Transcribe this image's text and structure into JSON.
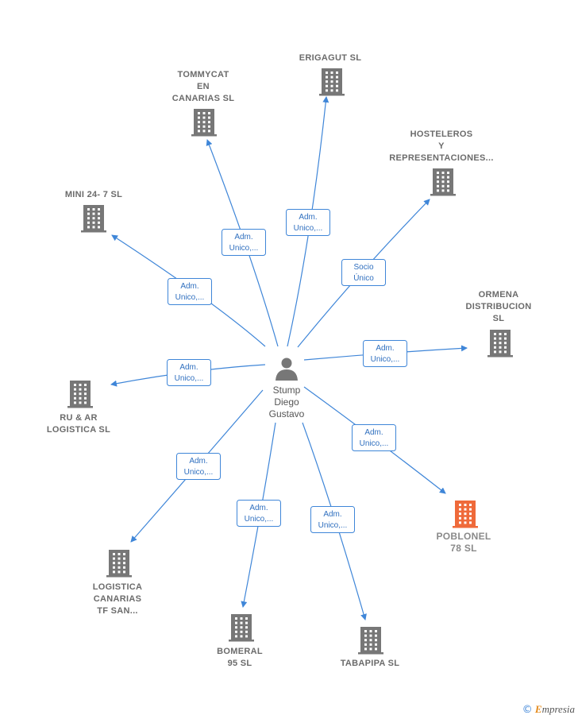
{
  "center": {
    "lines": [
      "Stump",
      "Diego",
      "Gustavo"
    ]
  },
  "colors": {
    "edge": "#3f86d8",
    "building": "#777777",
    "building_highlight": "#ef6a3a"
  },
  "nodes": [
    {
      "id": "erigagut",
      "lines": [
        "ERIGAGUT  SL"
      ],
      "highlight": false
    },
    {
      "id": "tommycat",
      "lines": [
        "TOMMYCAT",
        "EN",
        "CANARIAS  SL"
      ],
      "highlight": false
    },
    {
      "id": "hosteleros",
      "lines": [
        "HOSTELEROS",
        "Y",
        "REPRESENTACIONES..."
      ],
      "highlight": false
    },
    {
      "id": "mini247",
      "lines": [
        "MINI 24- 7  SL"
      ],
      "highlight": false
    },
    {
      "id": "ormena",
      "lines": [
        "ORMENA",
        "DISTRIBUCION",
        "SL"
      ],
      "highlight": false
    },
    {
      "id": "ruar",
      "lines": [
        "RU & AR",
        "LOGISTICA  SL"
      ],
      "highlight": false
    },
    {
      "id": "poblonel",
      "lines": [
        "POBLONEL",
        "78  SL"
      ],
      "highlight": true
    },
    {
      "id": "logistica",
      "lines": [
        "LOGISTICA",
        "CANARIAS",
        "TF SAN..."
      ],
      "highlight": false
    },
    {
      "id": "bomeral",
      "lines": [
        "BOMERAL",
        "95  SL"
      ],
      "highlight": false
    },
    {
      "id": "tabapipa",
      "lines": [
        "TABAPIPA  SL"
      ],
      "highlight": false
    }
  ],
  "edges": [
    {
      "to": "erigagut",
      "label": [
        "Adm.",
        "Unico,..."
      ]
    },
    {
      "to": "tommycat",
      "label": [
        "Adm.",
        "Unico,..."
      ]
    },
    {
      "to": "hosteleros",
      "label": [
        "Socio",
        "Único"
      ]
    },
    {
      "to": "mini247",
      "label": [
        "Adm.",
        "Unico,..."
      ]
    },
    {
      "to": "ormena",
      "label": [
        "Adm.",
        "Unico,..."
      ]
    },
    {
      "to": "ruar",
      "label": [
        "Adm.",
        "Unico,..."
      ]
    },
    {
      "to": "poblonel",
      "label": [
        "Adm.",
        "Unico,..."
      ]
    },
    {
      "to": "logistica",
      "label": [
        "Adm.",
        "Unico,..."
      ]
    },
    {
      "to": "bomeral",
      "label": [
        "Adm.",
        "Unico,..."
      ]
    },
    {
      "to": "tabapipa",
      "label": [
        "Adm.",
        "Unico,..."
      ]
    }
  ],
  "brand": {
    "copyright": "©",
    "text_first": "E",
    "text_rest": "mpresia"
  }
}
